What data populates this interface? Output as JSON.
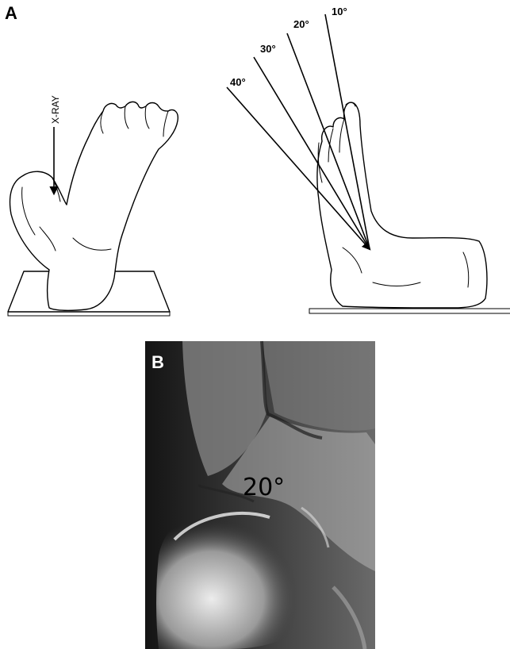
{
  "panel_a": {
    "letter": "A",
    "xray_label": "X-RAY",
    "angle_labels": [
      "10°",
      "20°",
      "30°",
      "40°"
    ]
  },
  "panel_b": {
    "letter": "B",
    "angle_text": "20°"
  }
}
